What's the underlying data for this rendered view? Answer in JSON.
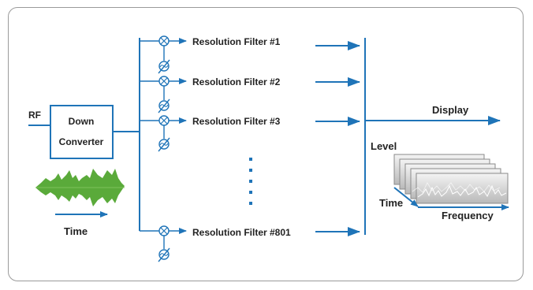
{
  "labels": {
    "rf": "RF",
    "down_converter_line1": "Down",
    "down_converter_line2": "Converter",
    "time_input": "Time",
    "level": "Level",
    "display": "Display",
    "time_axis": "Time",
    "frequency_axis": "Frequency"
  },
  "filters": [
    "Resolution Filter #1",
    "Resolution Filter #2",
    "Resolution Filter #3",
    "Resolution Filter #801"
  ],
  "colors": {
    "line": "#1f74b8",
    "waveform": "#5aaa3a",
    "box_border": "#1f74b8",
    "frame": "#9a9a9a"
  },
  "icons": {
    "mixer": "mixer-icon",
    "oscillator": "variable-oscillator-icon"
  }
}
